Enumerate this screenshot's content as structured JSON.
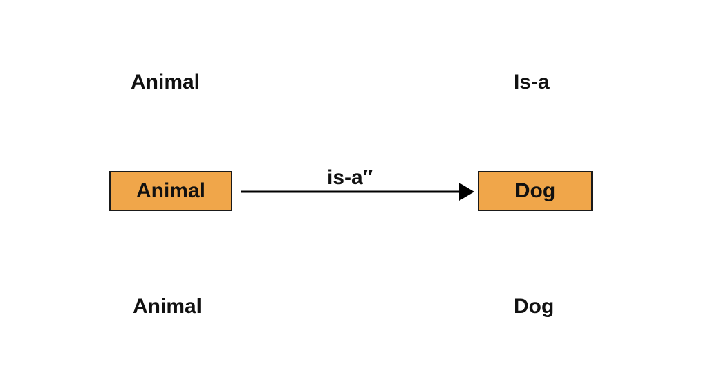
{
  "labels": {
    "top_left": "Animal",
    "top_right": "Is-a",
    "bottom_left": "Animal",
    "bottom_right": "Dog"
  },
  "diagram": {
    "source_node": "Animal",
    "target_node": "Dog",
    "edge_label": "is-a″",
    "node_fill": "#F0A64A",
    "node_border": "#1A1A1A",
    "arrow_color": "#000000"
  }
}
